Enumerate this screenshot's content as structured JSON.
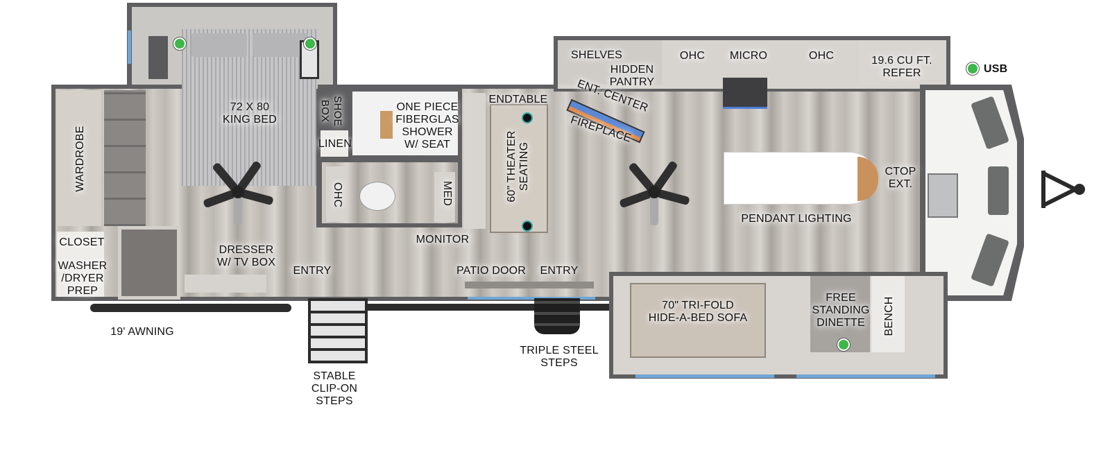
{
  "title": "RV Travel Trailer Floorplan",
  "labels": {
    "king_bed": "72 X 80\nKING BED",
    "wardrobe": "WARDROBE",
    "closet": "CLOSET",
    "washer_dryer": "WASHER\n/DRYER\nPREP",
    "dresser": "DRESSER\nW/ TV BOX",
    "entry_rear": "ENTRY",
    "awning": "19' AWNING",
    "clip_on_steps": "STABLE\nCLIP-ON\nSTEPS",
    "shoe_box": "SHOE\nBOX",
    "linen": "LINEN",
    "shower": "ONE PIECE\nFIBERGLAS\nSHOWER\nW/ SEAT",
    "bath_ohc": "OHC",
    "med": "MED",
    "monitor": "MONITOR",
    "endtable": "ENDTABLE",
    "theater_seating": "60\" THEATER\nSEATING",
    "shelves": "SHELVES",
    "hidden_pantry": "HIDDEN\nPANTRY",
    "ent_center": "ENT. CENTER",
    "fireplace": "FIREPLACE",
    "ohc_left": "OHC",
    "micro": "MICRO",
    "ohc_right": "OHC",
    "refer": "19.6 CU FT.\nREFER",
    "usb": "USB",
    "ctop_ext": "CTOP\nEXT.",
    "pendant_lighting": "PENDANT LIGHTING",
    "patio_door": "PATIO DOOR",
    "entry_main": "ENTRY",
    "triple_steps": "TRIPLE STEEL\nSTEPS",
    "sofa": "70\" TRI-FOLD\nHIDE-A-BED SOFA",
    "dinette": "FREE\nSTANDING\nDINETTE",
    "bench": "BENCH"
  },
  "legend": {
    "usb_color": "#3db64a",
    "window_color": "#6fa6d6",
    "wall_color": "#5f5f61"
  }
}
